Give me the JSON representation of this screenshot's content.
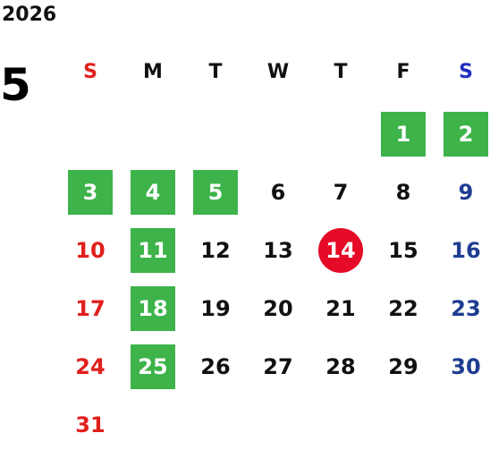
{
  "year": "2026",
  "month": "5",
  "weekdays": [
    {
      "label": "S",
      "kind": "sun"
    },
    {
      "label": "M",
      "kind": "weekday"
    },
    {
      "label": "T",
      "kind": "weekday"
    },
    {
      "label": "W",
      "kind": "weekday"
    },
    {
      "label": "T",
      "kind": "weekday"
    },
    {
      "label": "F",
      "kind": "weekday"
    },
    {
      "label": "S",
      "kind": "sat"
    }
  ],
  "first_weekday_index": 5,
  "days_in_month": 31,
  "highlighted_days": [
    1,
    2,
    3,
    4,
    5,
    11,
    18,
    25
  ],
  "today": 14,
  "colors": {
    "highlight": "#3db34a",
    "today": "#e50a25",
    "sunday": "#e0201c",
    "saturday_header": "#1f2fc4",
    "saturday": "#1f3d91",
    "text": "#111111"
  }
}
